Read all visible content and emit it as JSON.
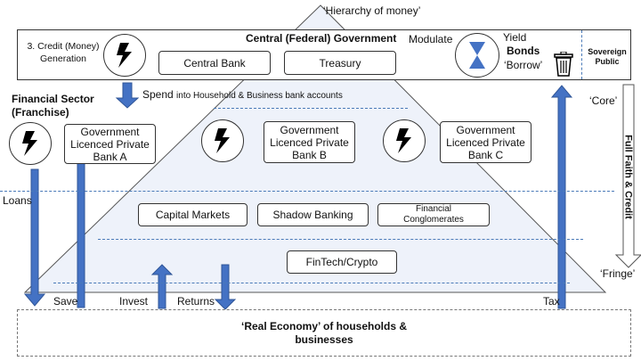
{
  "pyramid_label": "‘Hierarchy of money’",
  "top_bar": {
    "credit_label": "3. Credit (Money) Generation",
    "government_title": "Central (Federal) Government",
    "central_bank": "Central Bank",
    "treasury": "Treasury",
    "modulate": "Modulate",
    "yield": "Yield",
    "bonds": "Bonds",
    "borrow": "‘Borrow’",
    "sovereign_public": "Sovereign Public"
  },
  "spend_label": "Spend",
  "spend_detail": "into Household & Business bank accounts",
  "financial_sector": "Financial Sector (Franchise)",
  "banks": {
    "a": "Government Licenced Private Bank  A",
    "b": "Government Licenced Private Bank B",
    "c": "Government Licenced Private Bank C"
  },
  "markets": {
    "capital": "Capital Markets",
    "shadow": "Shadow Banking",
    "conglomerates": "Financial Conglomerates",
    "fintech": "FinTech/Crypto"
  },
  "flows": {
    "loans": "Loans",
    "save": "Save",
    "invest": "Invest",
    "returns": "Returns",
    "tax": "Tax"
  },
  "core": "‘Core’",
  "fringe": "‘Fringe’",
  "full_faith": "Full Faith & Credit",
  "real_economy": "‘Real Economy’ of households & businesses",
  "colors": {
    "arrow_fill": "#4472c4",
    "pyramid_fill": "#eef2fa",
    "dash": "#4a7ab8"
  }
}
